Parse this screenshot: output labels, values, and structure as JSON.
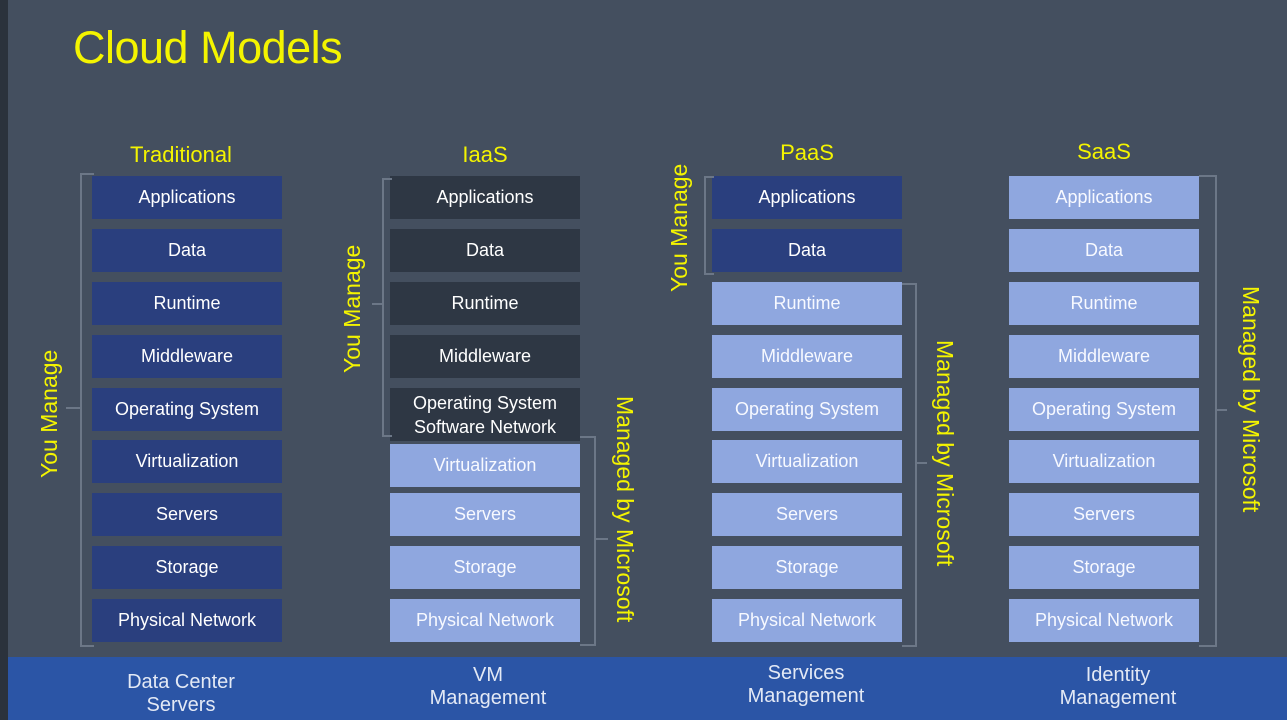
{
  "title": "Cloud Models",
  "colors": {
    "background": "#444f5f",
    "accent_yellow": "#f4f400",
    "you_manage_box": "#2a3f7e",
    "managed_box": "#8fa7df",
    "iaas_you_manage_box": "#2e3744",
    "footer_band": "#2b55a6"
  },
  "columns": [
    {
      "name": "Traditional",
      "layers": [
        "Applications",
        "Data",
        "Runtime",
        "Middleware",
        "Operating System",
        "Virtualization",
        "Servers",
        "Storage",
        "Physical Network"
      ],
      "you_manage_label": "You Manage",
      "footer": [
        "Data Center",
        "Servers"
      ]
    },
    {
      "name": "IaaS",
      "layers": [
        "Applications",
        "Data",
        "Runtime",
        "Middleware",
        "Operating System",
        "Software Network",
        "Virtualization",
        "Servers",
        "Storage",
        "Physical Network"
      ],
      "you_manage_label": "You Manage",
      "managed_label": "Managed by Microsoft",
      "footer": [
        "VM",
        "Management"
      ]
    },
    {
      "name": "PaaS",
      "layers": [
        "Applications",
        "Data",
        "Runtime",
        "Middleware",
        "Operating System",
        "Virtualization",
        "Servers",
        "Storage",
        "Physical Network"
      ],
      "you_manage_label": "You Manage",
      "managed_label": "Managed by Microsoft",
      "footer": [
        "Services",
        "Management"
      ]
    },
    {
      "name": "SaaS",
      "layers": [
        "Applications",
        "Data",
        "Runtime",
        "Middleware",
        "Operating System",
        "Virtualization",
        "Servers",
        "Storage",
        "Physical Network"
      ],
      "managed_label": "Managed by Microsoft",
      "footer": [
        "Identity",
        "Management"
      ]
    }
  ]
}
